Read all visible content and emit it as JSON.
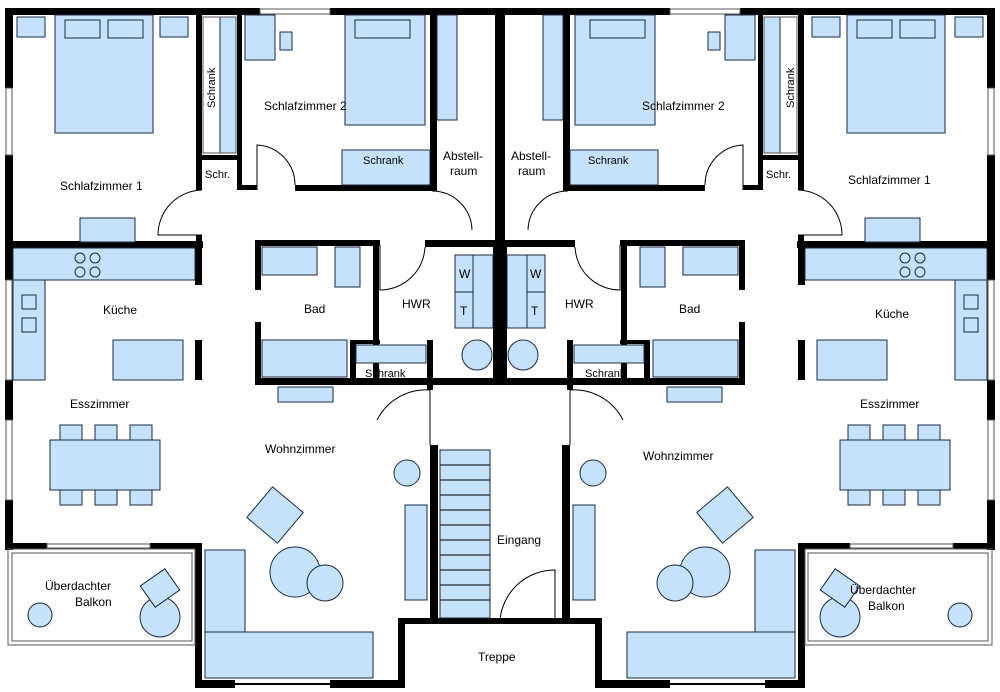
{
  "plan": {
    "colors": {
      "walls": "#000000",
      "furniture": "#c6e2fa",
      "background": "#ffffff"
    },
    "left_unit": {
      "bedroom1": "Schlafzimmer 1",
      "bedroom2": "Schlafzimmer 2",
      "wardrobe_tall": "Schrank",
      "wardrobe_small": "Schr.",
      "wardrobe_bedroom2": "Schrank",
      "storage_line1": "Abstell-",
      "storage_line2": "raum",
      "kitchen": "Küche",
      "bath": "Bad",
      "utility": "HWR",
      "washer": "W",
      "dryer": "T",
      "hall_wardrobe": "Schrank",
      "dining": "Esszimmer",
      "living": "Wohnzimmer",
      "balcony_line1": "Überdachter",
      "balcony_line2": "Balkon"
    },
    "right_unit": {
      "bedroom1": "Schlafzimmer 1",
      "bedroom2": "Schlafzimmer 2",
      "wardrobe_tall": "Schrank",
      "wardrobe_small": "Schr.",
      "wardrobe_bedroom2": "Schrank",
      "storage_line1": "Abstell-",
      "storage_line2": "raum",
      "kitchen": "Küche",
      "bath": "Bad",
      "utility": "HWR",
      "washer": "W",
      "dryer": "T",
      "hall_wardrobe": "Schrank",
      "dining": "Esszimmer",
      "living": "Wohnzimmer",
      "balcony_line1": "Überdachter",
      "balcony_line2": "Balkon"
    },
    "entrance": "Eingang",
    "stairs": "Treppe"
  }
}
